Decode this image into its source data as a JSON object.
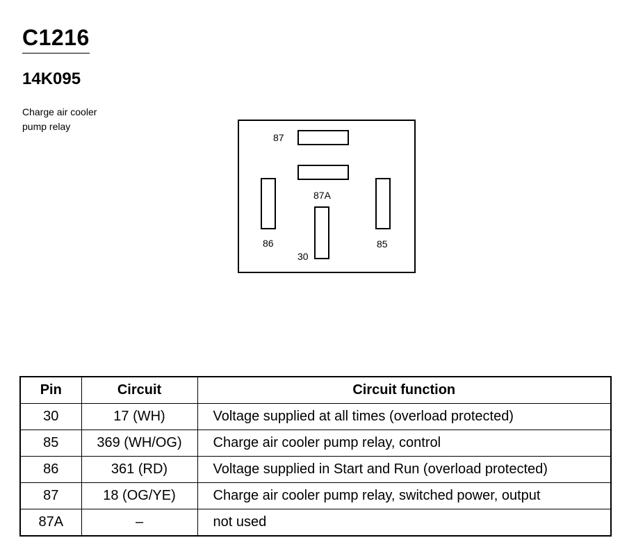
{
  "connector": {
    "id": "C1216",
    "part_number": "14K095",
    "description_lines": [
      "Charge air cooler",
      "pump relay"
    ]
  },
  "diagram": {
    "pin_labels": {
      "p87": "87",
      "p87a": "87A",
      "p86": "86",
      "p85": "85",
      "p30": "30"
    }
  },
  "table": {
    "headers": [
      "Pin",
      "Circuit",
      "Circuit function"
    ],
    "rows": [
      {
        "pin": "30",
        "circuit": "17 (WH)",
        "function": "Voltage supplied at all times (overload protected)"
      },
      {
        "pin": "85",
        "circuit": "369 (WH/OG)",
        "function": "Charge air cooler pump relay, control"
      },
      {
        "pin": "86",
        "circuit": "361 (RD)",
        "function": "Voltage supplied in Start and Run (overload protected)"
      },
      {
        "pin": "87",
        "circuit": "18 (OG/YE)",
        "function": "Charge air cooler pump relay, switched power, output"
      },
      {
        "pin": "87A",
        "circuit": "–",
        "function": "not used"
      }
    ]
  }
}
